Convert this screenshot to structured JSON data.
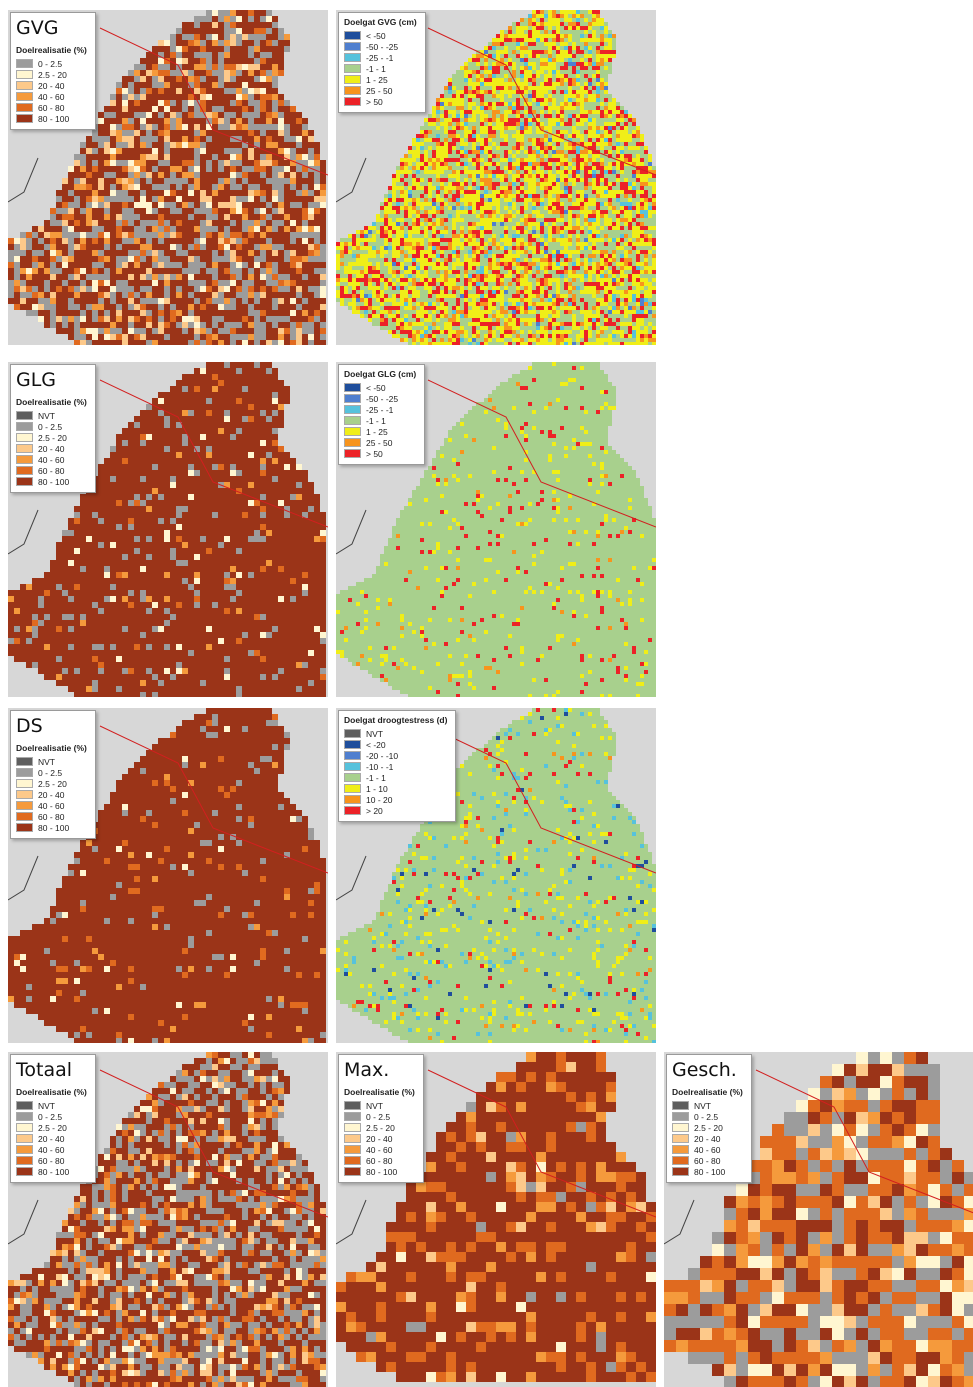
{
  "colors": {
    "nvt": "#5e5e5e",
    "r0_2_5": "#9c9c9c",
    "r2_5_20": "#fff6d1",
    "r20_40": "#fdc98a",
    "r40_60": "#f59a3c",
    "r60_80": "#e06a1f",
    "r80_100": "#9b3418",
    "lt_m50": "#1f4e9c",
    "m50_m25": "#4f7fcf",
    "m25_m1": "#56c2dc",
    "m1_1": "#a8d08d",
    "p1_25": "#f0ee18",
    "p25_50": "#f7941d",
    "gt50": "#ec2227",
    "background": "#d7d7d7"
  },
  "panels": [
    {
      "id": "gvg-realisatie",
      "title": "GVG",
      "legend_title": "Doelrealisatie (%)",
      "legend": [
        {
          "label": "0 - 2.5",
          "color": "#9c9c9c"
        },
        {
          "label": "2.5 - 20",
          "color": "#fff6d1"
        },
        {
          "label": "20 - 40",
          "color": "#fdc98a"
        },
        {
          "label": "40 - 60",
          "color": "#f59a3c"
        },
        {
          "label": "60 - 80",
          "color": "#e06a1f"
        },
        {
          "label": "80 - 100",
          "color": "#9b3418"
        }
      ]
    },
    {
      "id": "gvg-doelgat",
      "title": "",
      "legend_title": "Doelgat GVG (cm)",
      "legend": [
        {
          "label": "< -50",
          "color": "#1f4e9c"
        },
        {
          "label": "-50 - -25",
          "color": "#4f7fcf"
        },
        {
          "label": "-25 - -1",
          "color": "#56c2dc"
        },
        {
          "label": "-1 - 1",
          "color": "#a8d08d"
        },
        {
          "label": "1 - 25",
          "color": "#f0ee18"
        },
        {
          "label": "25 - 50",
          "color": "#f7941d"
        },
        {
          "label": "> 50",
          "color": "#ec2227"
        }
      ]
    },
    {
      "id": "glg-realisatie",
      "title": "GLG",
      "legend_title": "Doelrealisatie (%)",
      "legend": [
        {
          "label": "NVT",
          "color": "#5e5e5e"
        },
        {
          "label": "0 - 2.5",
          "color": "#9c9c9c"
        },
        {
          "label": "2.5 - 20",
          "color": "#fff6d1"
        },
        {
          "label": "20 - 40",
          "color": "#fdc98a"
        },
        {
          "label": "40 - 60",
          "color": "#f59a3c"
        },
        {
          "label": "60 - 80",
          "color": "#e06a1f"
        },
        {
          "label": "80 - 100",
          "color": "#9b3418"
        }
      ]
    },
    {
      "id": "glg-doelgat",
      "title": "",
      "legend_title": "Doelgat GLG (cm)",
      "legend": [
        {
          "label": "< -50",
          "color": "#1f4e9c"
        },
        {
          "label": "-50 - -25",
          "color": "#4f7fcf"
        },
        {
          "label": "-25 - -1",
          "color": "#56c2dc"
        },
        {
          "label": "-1 - 1",
          "color": "#a8d08d"
        },
        {
          "label": "1 - 25",
          "color": "#f0ee18"
        },
        {
          "label": "25 - 50",
          "color": "#f7941d"
        },
        {
          "label": "> 50",
          "color": "#ec2227"
        }
      ]
    },
    {
      "id": "ds-realisatie",
      "title": "DS",
      "legend_title": "Doelrealisatie (%)",
      "legend": [
        {
          "label": "NVT",
          "color": "#5e5e5e"
        },
        {
          "label": "0 - 2.5",
          "color": "#9c9c9c"
        },
        {
          "label": "2.5 - 20",
          "color": "#fff6d1"
        },
        {
          "label": "20 - 40",
          "color": "#fdc98a"
        },
        {
          "label": "40 - 60",
          "color": "#f59a3c"
        },
        {
          "label": "60 - 80",
          "color": "#e06a1f"
        },
        {
          "label": "80 - 100",
          "color": "#9b3418"
        }
      ]
    },
    {
      "id": "ds-doelgat",
      "title": "",
      "legend_title": "Doelgat droogtestress (d)",
      "legend": [
        {
          "label": "NVT",
          "color": "#5e5e5e"
        },
        {
          "label": "< -20",
          "color": "#1f4e9c"
        },
        {
          "label": "-20 - -10",
          "color": "#4f7fcf"
        },
        {
          "label": "-10 - -1",
          "color": "#56c2dc"
        },
        {
          "label": "-1 - 1",
          "color": "#a8d08d"
        },
        {
          "label": "1 - 10",
          "color": "#f0ee18"
        },
        {
          "label": "10 - 20",
          "color": "#f7941d"
        },
        {
          "label": "> 20",
          "color": "#ec2227"
        }
      ]
    },
    {
      "id": "totaal",
      "title": "Totaal",
      "legend_title": "Doelrealisatie (%)",
      "legend": [
        {
          "label": "NVT",
          "color": "#5e5e5e"
        },
        {
          "label": "0 - 2.5",
          "color": "#9c9c9c"
        },
        {
          "label": "2.5 - 20",
          "color": "#fff6d1"
        },
        {
          "label": "20 - 40",
          "color": "#fdc98a"
        },
        {
          "label": "40 - 60",
          "color": "#f59a3c"
        },
        {
          "label": "60 - 80",
          "color": "#e06a1f"
        },
        {
          "label": "80 - 100",
          "color": "#9b3418"
        }
      ]
    },
    {
      "id": "max",
      "title": "Max.",
      "legend_title": "Doelrealisatie (%)",
      "legend": [
        {
          "label": "NVT",
          "color": "#5e5e5e"
        },
        {
          "label": "0 - 2.5",
          "color": "#9c9c9c"
        },
        {
          "label": "2.5 - 20",
          "color": "#fff6d1"
        },
        {
          "label": "20 - 40",
          "color": "#fdc98a"
        },
        {
          "label": "40 - 60",
          "color": "#f59a3c"
        },
        {
          "label": "60 - 80",
          "color": "#e06a1f"
        },
        {
          "label": "80 - 100",
          "color": "#9b3418"
        }
      ]
    },
    {
      "id": "gesch",
      "title": "Gesch.",
      "legend_title": "Doelrealisatie (%)",
      "legend": [
        {
          "label": "NVT",
          "color": "#5e5e5e"
        },
        {
          "label": "0 - 2.5",
          "color": "#9c9c9c"
        },
        {
          "label": "2.5 - 20",
          "color": "#fff6d1"
        },
        {
          "label": "20 - 40",
          "color": "#fdc98a"
        },
        {
          "label": "40 - 60",
          "color": "#f59a3c"
        },
        {
          "label": "60 - 80",
          "color": "#e06a1f"
        },
        {
          "label": "80 - 100",
          "color": "#9b3418"
        }
      ]
    }
  ]
}
